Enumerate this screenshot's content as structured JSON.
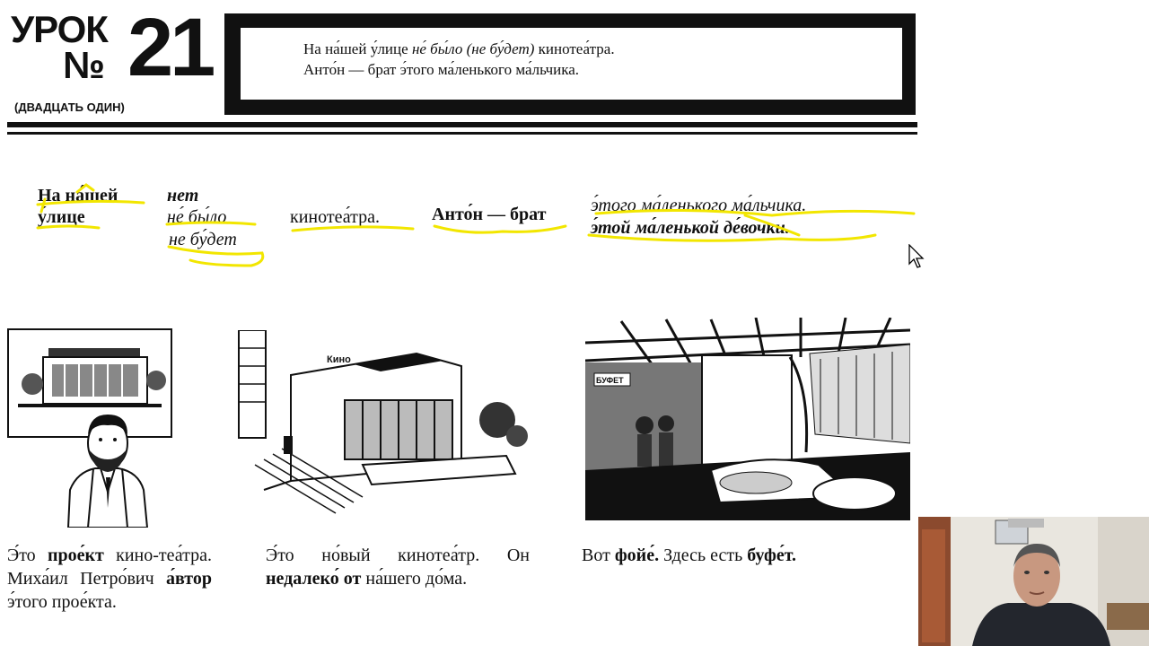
{
  "header": {
    "lesson_word": "УРОК",
    "lesson_no_sign": "№",
    "lesson_number": "21",
    "lesson_number_words": "(ДВАДЦАТЬ ОДИН)",
    "lines": [
      {
        "a": "На на́шей у́лице ",
        "b": "не́ бы́ло (не бу́дет)",
        "c": " кинотеа́тра."
      },
      {
        "a": "Анто́н — брат э́того ма́ленького ма́льчика.",
        "b": "",
        "c": ""
      }
    ]
  },
  "patterns": {
    "col1": [
      "На на́шей",
      "у́лице"
    ],
    "col2": [
      "нет",
      "не́ бы́ло",
      "не бу́дет"
    ],
    "col3": "кинотеа́тра.",
    "col4": "Анто́н — брат",
    "col5": [
      "э́того ма́ленького ма́льчика.",
      "э́той ма́ленькой де́вочки."
    ]
  },
  "captions": {
    "cap1": {
      "p1": "Э́то ",
      "b1": "прое́кт",
      "p2": " кино-теа́тра. Миха́ил Петро́вич ",
      "b2": "а́втор",
      "p3": " э́того прое́кта."
    },
    "cap2": {
      "p1": "Э́то но́вый кинотеа́тр. Он ",
      "b1": "недалеко́ от",
      "p2": " на́шего до́ма."
    },
    "cap3": {
      "p1": "Вот ",
      "b1": "фойе́.",
      "p2": " Здесь есть ",
      "b2": "буфе́т."
    }
  },
  "illustrations": {
    "sign_cinema": "Кино",
    "sign_buffet": "БУФЕТ"
  },
  "colors": {
    "highlight": "#f2e600",
    "ink": "#111111"
  }
}
